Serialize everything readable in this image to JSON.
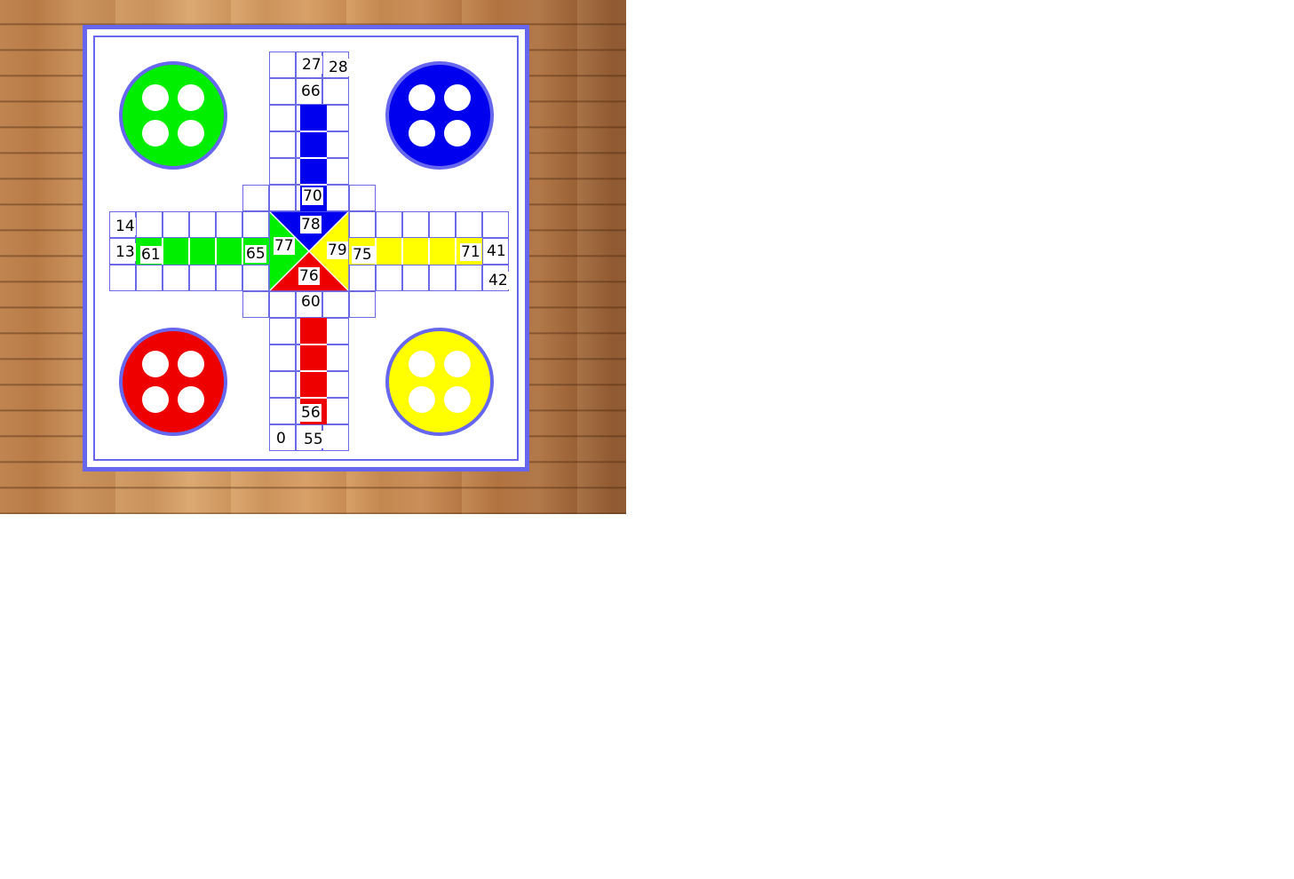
{
  "board": {
    "colors": {
      "green": "#00ee00",
      "blue": "#0000ee",
      "red": "#ee0000",
      "yellow": "#ffff00",
      "grid_line": "#6666ee",
      "board_bg": "#ffffff"
    },
    "homes": [
      {
        "color": "green",
        "position": "top-left",
        "pieces": 4
      },
      {
        "color": "blue",
        "position": "top-right",
        "pieces": 4
      },
      {
        "color": "red",
        "position": "bottom-left",
        "pieces": 4
      },
      {
        "color": "yellow",
        "position": "bottom-right",
        "pieces": 4
      }
    ],
    "square_numbers": {
      "n0": "0",
      "n13": "13",
      "n14": "14",
      "n27": "27",
      "n28": "28",
      "n41": "41",
      "n42": "42",
      "n55": "55",
      "n56": "56",
      "n60": "60",
      "n61": "61",
      "n65": "65",
      "n66": "66",
      "n70": "70",
      "n71": "71",
      "n75": "75",
      "n76": "76",
      "n77": "77",
      "n78": "78",
      "n79": "79"
    }
  }
}
